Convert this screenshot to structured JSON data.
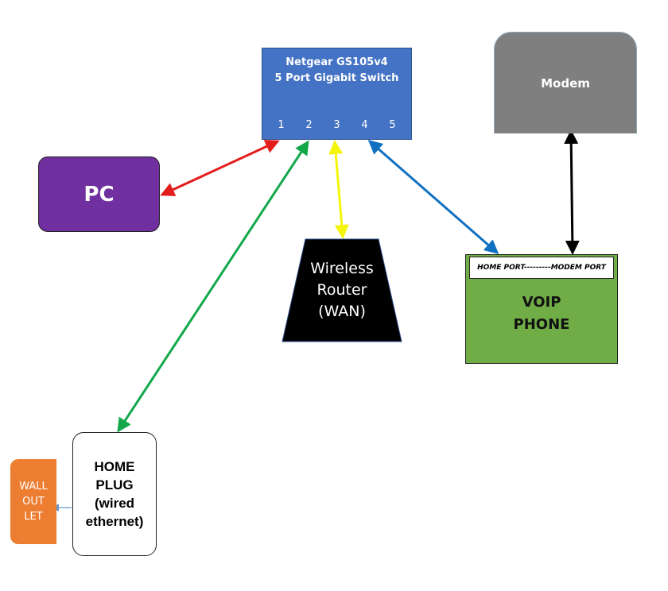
{
  "nodes": {
    "switch": {
      "title_line1": "Netgear GS105v4",
      "title_line2": "5 Port Gigabit Switch",
      "ports": [
        "1",
        "2",
        "3",
        "4",
        "5"
      ],
      "color": "#4472c4"
    },
    "modem": {
      "label": "Modem",
      "color": "#7f7f7f"
    },
    "pc": {
      "label": "PC",
      "color": "#7030a0"
    },
    "router": {
      "line1": "Wireless",
      "line2": "Router",
      "line3": "(WAN)",
      "color": "#000000"
    },
    "voip": {
      "ports_label": "HOME PORT---------MODEM PORT",
      "line1": "VOIP",
      "line2": "PHONE",
      "color": "#70ad47"
    },
    "homeplug": {
      "line1": "HOME",
      "line2": "PLUG",
      "line3": "(wired",
      "line4": "ethernet)",
      "color": "#ffffff"
    },
    "outlet": {
      "line1": "WALL",
      "line2": "OUT",
      "line3": "LET",
      "color": "#ed7d31"
    }
  },
  "connections": [
    {
      "from": "switch port 1",
      "to": "PC",
      "color": "#e31c1c",
      "bidirectional": true
    },
    {
      "from": "switch port 2",
      "to": "HOME PLUG",
      "color": "#12a84a",
      "bidirectional": true
    },
    {
      "from": "switch port 3",
      "to": "Wireless Router",
      "color": "#f5f50a",
      "bidirectional": true
    },
    {
      "from": "switch port 4",
      "to": "VOIP PHONE home port",
      "color": "#1170c0",
      "bidirectional": true
    },
    {
      "from": "Modem",
      "to": "VOIP PHONE modem port",
      "color": "#000000",
      "bidirectional": true
    },
    {
      "from": "HOME PLUG",
      "to": "WALL OUTLET",
      "color": "#6a95c9",
      "bidirectional": false
    }
  ]
}
